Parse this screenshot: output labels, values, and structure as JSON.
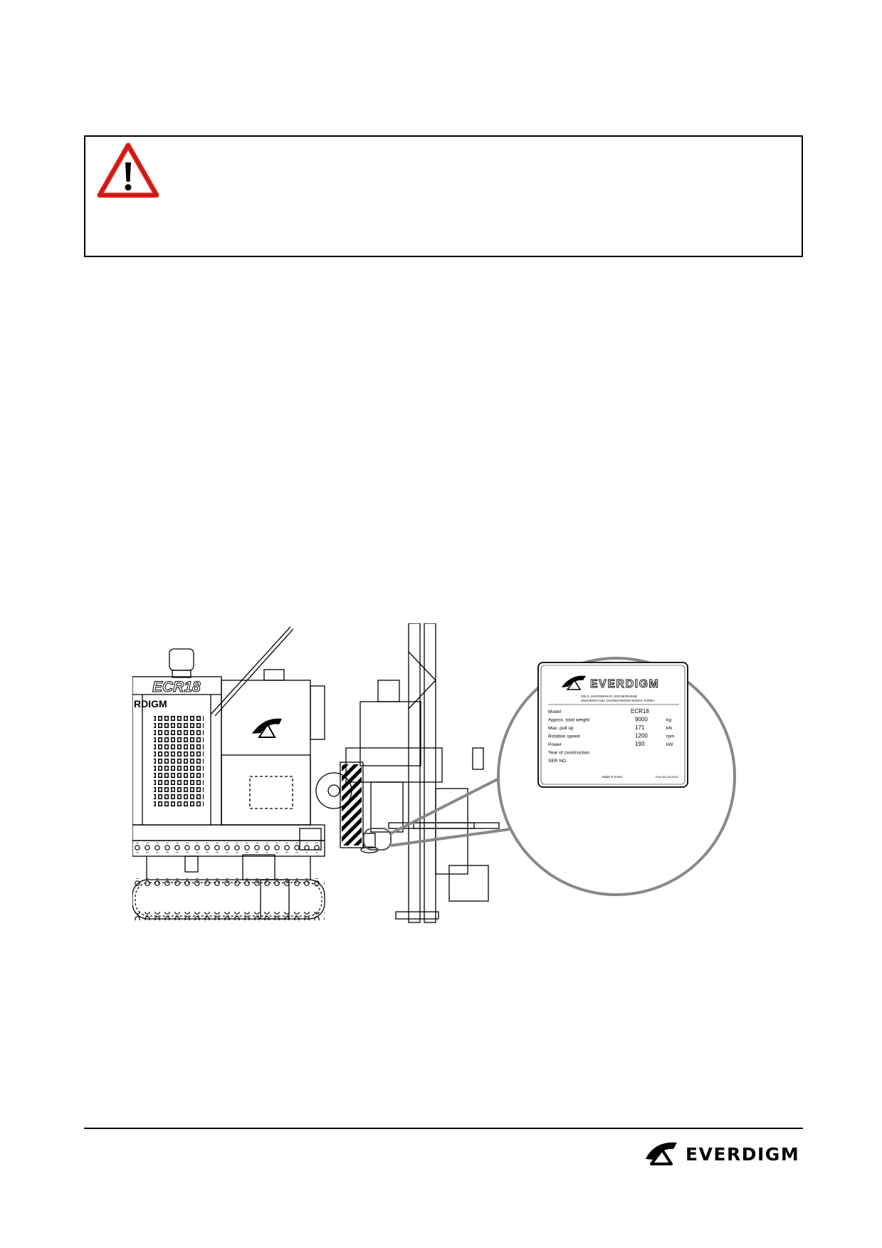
{
  "warning": {
    "icon": "warning-triangle-icon",
    "icon_color": "#e0201b"
  },
  "figure": {
    "machine_brand": "EVERDIGM",
    "machine_model_label": "ECR18",
    "machine_brand_partial": "RDIGM",
    "plate": {
      "brand": "EVERDIGM",
      "address_line1": "332-3, JANGGWAN-RI, JINCHEON-EUB,",
      "address_line2": "JINCHEON-GUN, CHUNGCHEONG BUKDO, KOREA",
      "rows": [
        {
          "label": "Model",
          "value": "ECR18",
          "unit": ""
        },
        {
          "label": "Approx. total weight",
          "value": "9000",
          "unit": "kg"
        },
        {
          "label": "Max. pull up",
          "value": "171",
          "unit": "kN"
        },
        {
          "label": "Rotation speed",
          "value": "1200",
          "unit": "rpm"
        },
        {
          "label": "Power",
          "value": "193",
          "unit": "kW"
        },
        {
          "label": "Year of construction",
          "value": "",
          "unit": ""
        },
        {
          "label": "SER NO.",
          "value": "",
          "unit": ""
        }
      ],
      "made_in": "Made in Korea",
      "part_no": "P/no-ED126-0001"
    }
  },
  "footer": {
    "brand": "EVERDIGM",
    "logo_icon": "everdigm-logo-icon"
  }
}
